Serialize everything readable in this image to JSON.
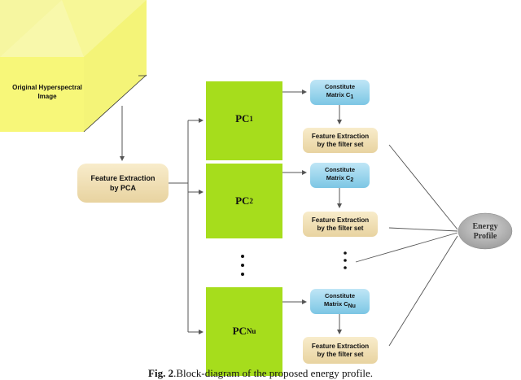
{
  "input_image": {
    "line1": "Original Hyperspectral",
    "line2": "Image"
  },
  "pca_block": {
    "line1": "Feature Extraction",
    "line2": "by PCA"
  },
  "branches": [
    {
      "pc_label": "PC",
      "pc_sub": "1",
      "cm_line1": "Constitute",
      "cm_line2": "Matrix C",
      "cm_sub": "1",
      "fe_line1": "Feature Extraction",
      "fe_line2": "by the filter set"
    },
    {
      "pc_label": "PC",
      "pc_sub": "2",
      "cm_line1": "Constitute",
      "cm_line2": "Matrix C",
      "cm_sub": "2",
      "fe_line1": "Feature Extraction",
      "fe_line2": "by the filter set"
    },
    {
      "pc_label": "PC",
      "pc_sub": "Nu",
      "cm_line1": "Constitute",
      "cm_line2": "Matrix C",
      "cm_sub": "Nu",
      "fe_line1": "Feature Extraction",
      "fe_line2": "by the filter set"
    }
  ],
  "energy": {
    "line1": "Energy",
    "line2": "Profile"
  },
  "caption": {
    "fig": "Fig. 2",
    "text": ".Block-diagram of the proposed  energy profile."
  },
  "colors": {
    "cube_face": "#f7f779",
    "pc_fill": "#a6dd1c",
    "tan": "#f1e2b6",
    "blue": "#98d4ec",
    "gray": "#b3b3b3"
  }
}
